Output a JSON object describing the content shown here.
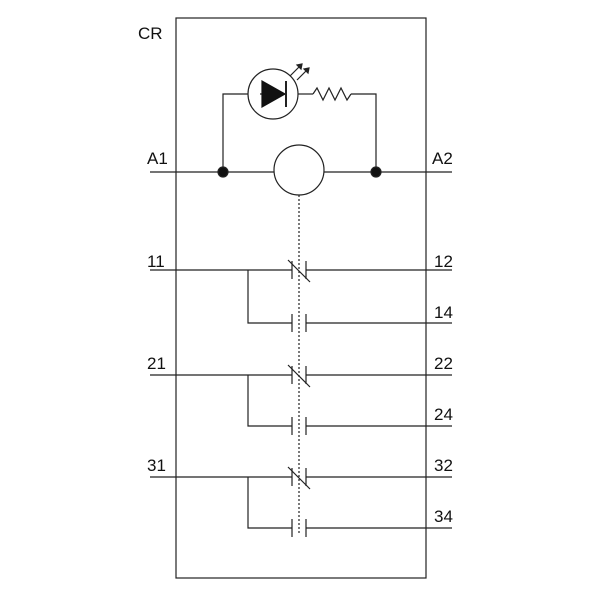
{
  "relay": {
    "title": "CR",
    "coil": {
      "left_terminal": "A1",
      "right_terminal": "A2"
    },
    "contact_groups": [
      {
        "common": "11",
        "nc": "12",
        "no": "14"
      },
      {
        "common": "21",
        "nc": "22",
        "no": "24"
      },
      {
        "common": "31",
        "nc": "32",
        "no": "34"
      }
    ]
  }
}
